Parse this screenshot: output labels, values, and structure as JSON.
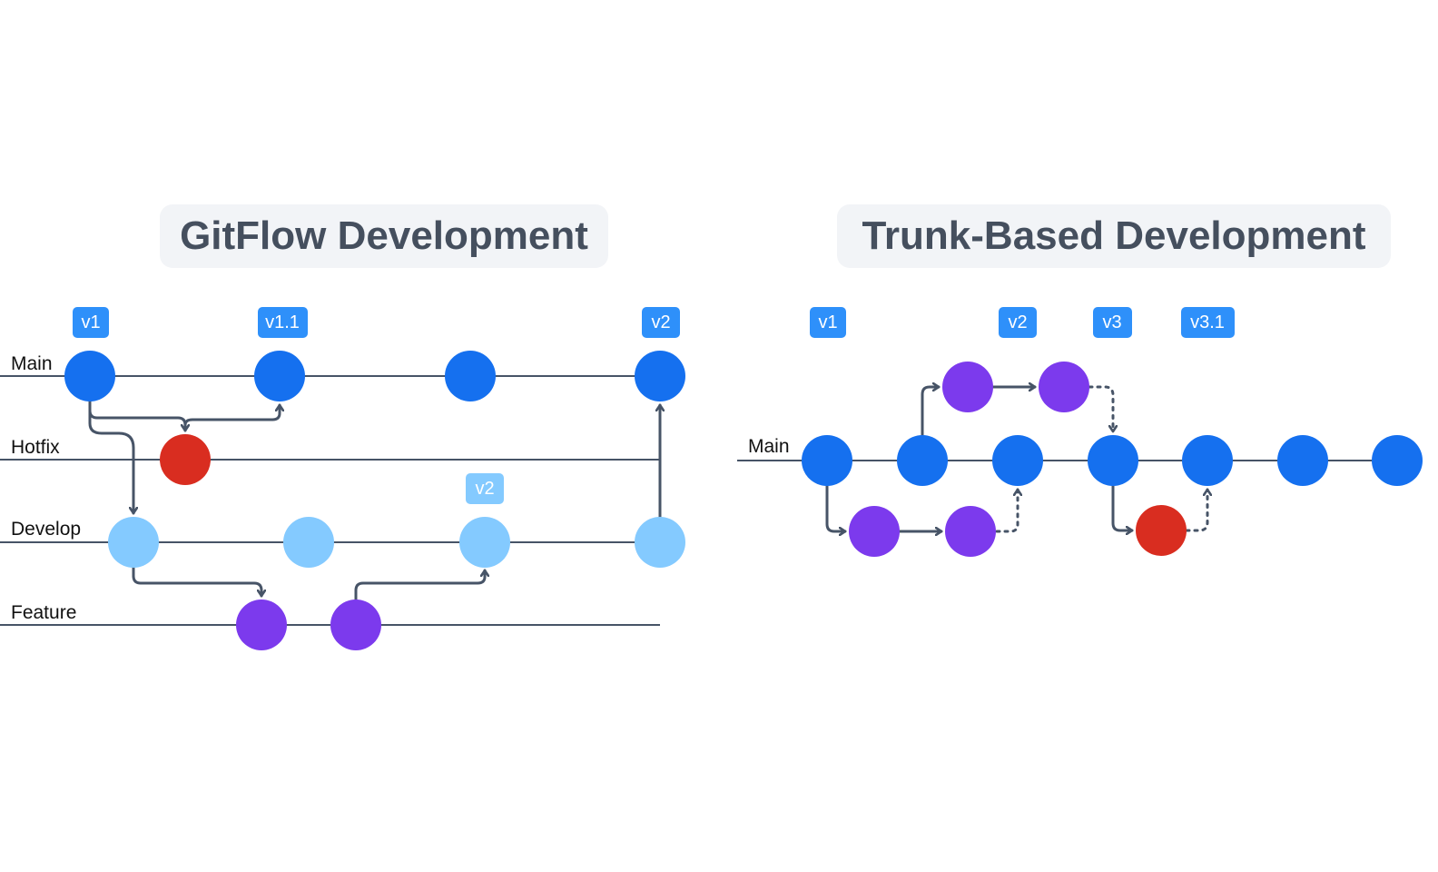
{
  "colors": {
    "main": "#1570EF",
    "develop": "#84CAFF",
    "feature": "#7C3AED",
    "hotfix": "#D92D20",
    "tag": "#2E90FA",
    "tag_light": "#84CAFF",
    "line": "#475467",
    "title_bg": "#F2F4F7",
    "title_text": "#454F5E"
  },
  "gitflow": {
    "title": "GitFlow Development",
    "lanes": [
      "Main",
      "Hotfix",
      "Develop",
      "Feature"
    ],
    "tags": [
      "v1",
      "v1.1",
      "v2",
      "v2"
    ]
  },
  "trunk": {
    "title": "Trunk-Based Development",
    "lanes": [
      "Main"
    ],
    "tags": [
      "v1",
      "v2",
      "v3",
      "v3.1"
    ]
  }
}
